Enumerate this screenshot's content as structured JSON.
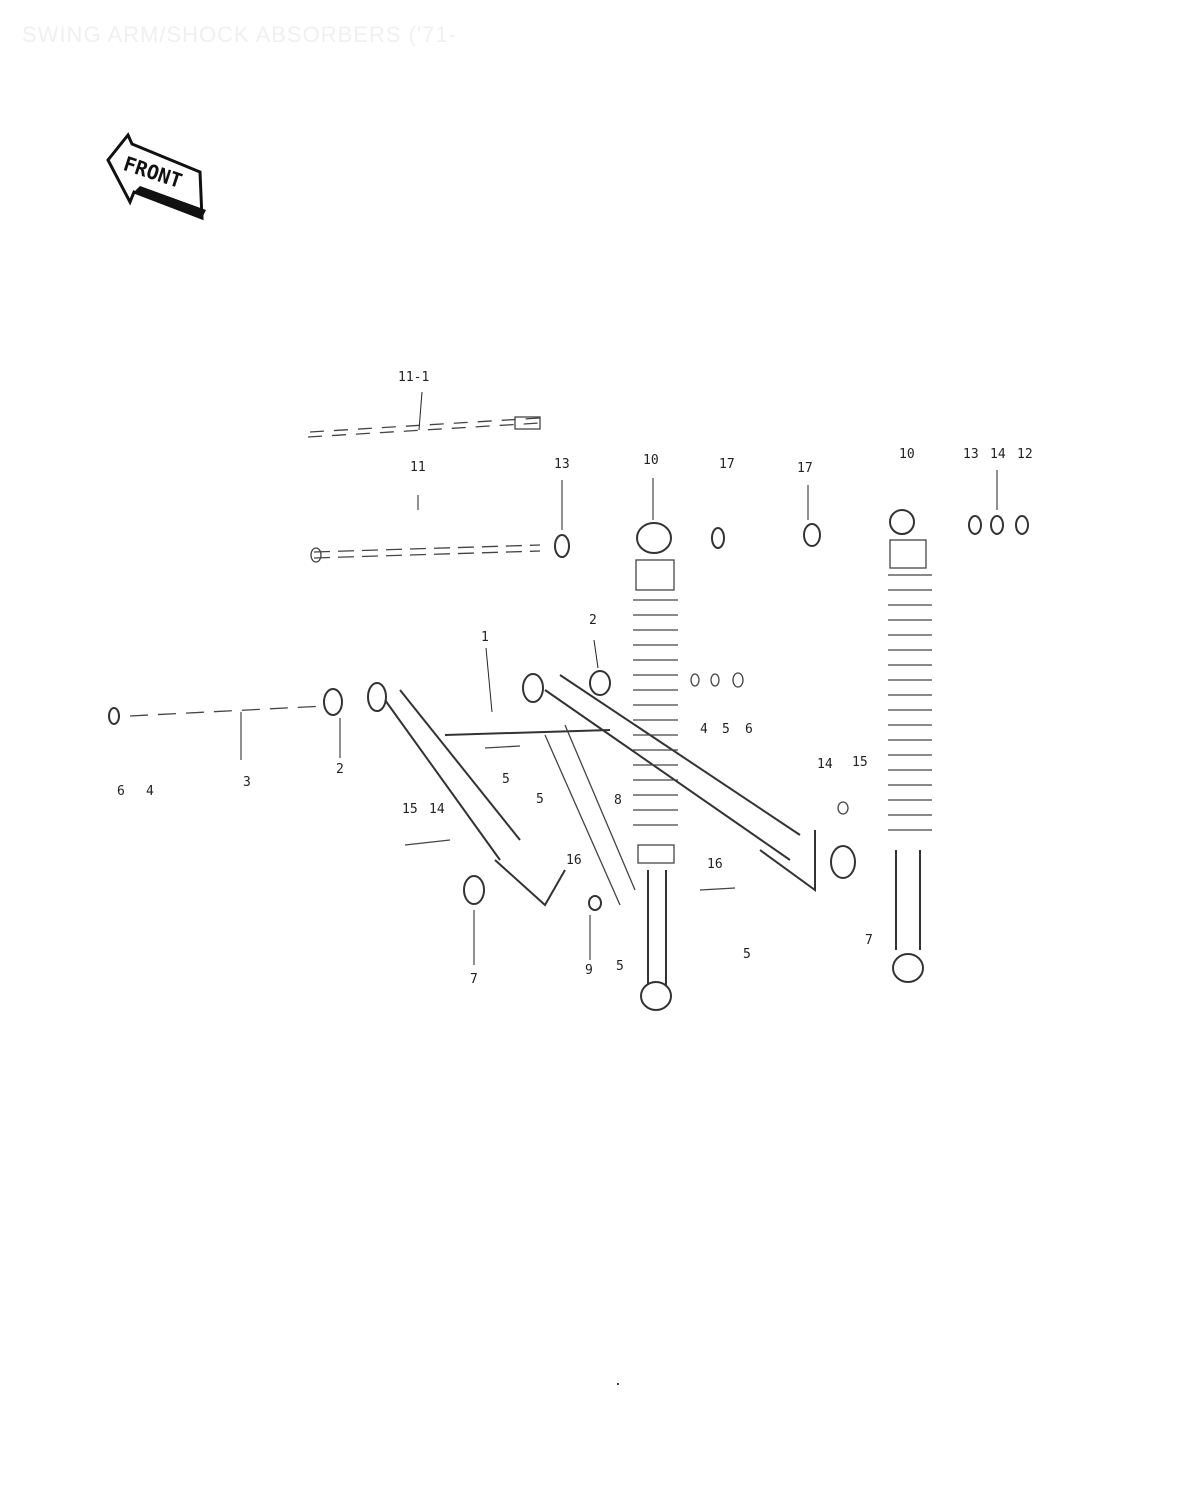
{
  "title": "SWING ARM/SHOCK ABSORBERS ('71-",
  "front_badge": {
    "label": "FRONT",
    "icon": "front-arrow-icon"
  },
  "callouts": {
    "c11_1": "11-1",
    "c11": "11",
    "c13a": "13",
    "c10": "10",
    "c17a": "17",
    "c17b": "17",
    "c10b": "10",
    "c13b": "13",
    "c14a": "14",
    "c12": "12",
    "c2a": "2",
    "c1": "1",
    "c4": "4",
    "c5a": "5",
    "c6a": "6",
    "c6": "6",
    "c4b": "4",
    "c3": "3",
    "c2b": "2",
    "c5b": "5",
    "c5c": "5",
    "c8": "8",
    "c15": "15",
    "c14b": "14",
    "c16a": "16",
    "c16b": "16",
    "c14c": "14",
    "c15b": "15",
    "c7a": "7",
    "c9": "9",
    "c5d": "5",
    "c5e": "5",
    "c7b": "7"
  }
}
